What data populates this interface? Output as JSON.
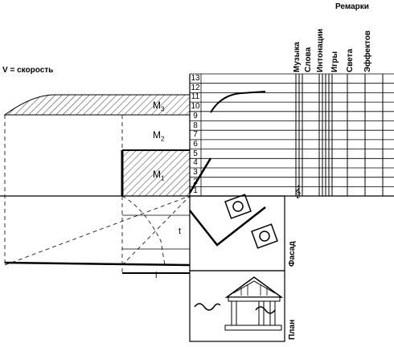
{
  "header": {
    "remarks": "Ремарки"
  },
  "speed_label": "V = скорость",
  "movements": [
    "M",
    "M",
    "M"
  ],
  "movement_subscripts": [
    "3",
    "2",
    "1"
  ],
  "row_numbers": [
    "13",
    "12",
    "11",
    "10",
    "9",
    "8",
    "7",
    "6",
    "5",
    "4",
    "3",
    "2",
    "1"
  ],
  "columns": [
    "Музыка",
    "Слова",
    "Интонации",
    "Игры",
    "Света",
    "Эффектов"
  ],
  "axis_t": "t",
  "axis_l": "l",
  "facade": "Фасад",
  "plan": "План"
}
